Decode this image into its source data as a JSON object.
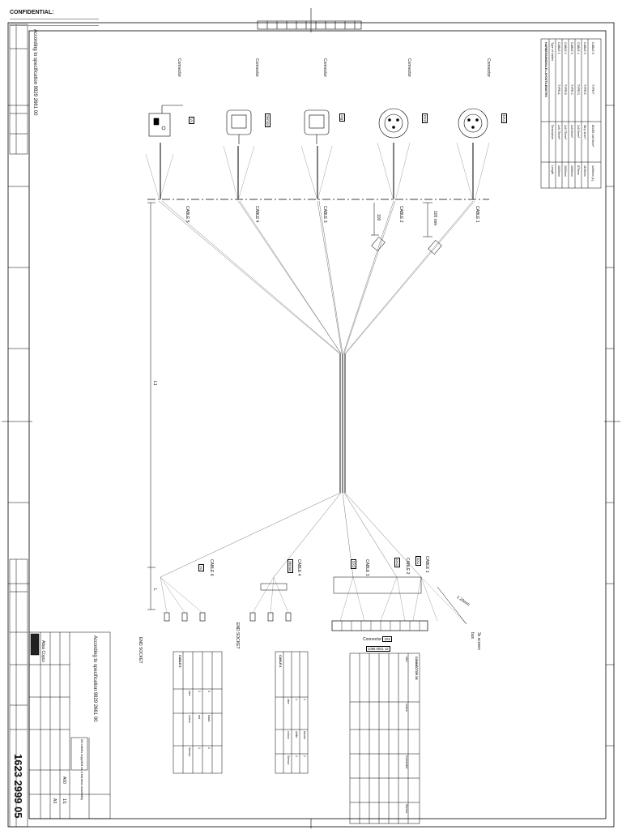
{
  "confidential": {
    "title": "CONFIDENTIAL:"
  },
  "spec_note_top": "According to specification 9829 2661 00",
  "spec_note_bottom": "According to specification 9829 2661 00",
  "parts_table": {
    "title": "HARNESS/MODULE LAYOUT/LENGTHS",
    "header": [
      "Type of cables",
      "Description",
      "Length"
    ],
    "rows": [
      [
        "CABLE 1",
        "TYPE A",
        "2x0.75mm²",
        "1000mm"
      ],
      [
        "CABLE 2",
        "TYPE B",
        "2x0.75mm²",
        "1000mm"
      ],
      [
        "CABLE 3",
        "TYPE C",
        "2x0.5mm²",
        "1050mm"
      ],
      [
        "CABLE 4",
        "TYPE D",
        "2x0.5mm²",
        "870mm"
      ],
      [
        "CABLE 5",
        "TYPE E",
        "Strip 4mm²",
        "1100mm"
      ],
      [
        "CABLE 6",
        "TYPE F",
        "Ø4/D6 4x0.5mm²",
        "1200mm (L)"
      ]
    ]
  },
  "connectors_top": [
    {
      "name": "Connector",
      "label": "Vx",
      "cable": "CABLE 5"
    },
    {
      "name": "Connector",
      "label": "Sensor",
      "cable": "CABLE 4"
    },
    {
      "name": "Connector",
      "label": "Sig",
      "cable": "CABLE 3"
    },
    {
      "name": "Connector",
      "label": "DX2",
      "cable": "CABLE 2"
    },
    {
      "name": "Connector",
      "label": "DX1",
      "cable": "CABLE 1"
    }
  ],
  "cables_bottom": [
    {
      "label": "CABLE 6",
      "box": "Vx"
    },
    {
      "label": "CABLE 4",
      "box": "Sensor"
    },
    {
      "label": "CABLE 3",
      "box": "DX3"
    },
    {
      "label": "CABLE 2",
      "box": "DX2"
    },
    {
      "label": "CABLE 1",
      "box": "DX1"
    }
  ],
  "dimensions": {
    "d1": "100",
    "d2": "100 mm",
    "l1": "L1",
    "l2": "L",
    "bottom_right": "1 20mm"
  },
  "end_sockets": [
    "END SOCKET",
    "END SOCKET"
  ],
  "connector_block": {
    "label": "Connector",
    "ref": "2X5",
    "part": "1088 0001 12"
  },
  "cable_screen": {
    "label": "3x screen",
    "sub": "bus"
  },
  "bottom_tables": {
    "t1": {
      "title": "CABLE 5",
      "header": [
        "wire",
        "colour",
        "Sensor"
      ],
      "rows": [
        [
          "2",
          "red",
          "1"
        ],
        [
          "3",
          "black",
          "2"
        ]
      ]
    },
    "t2": {
      "title": "CABLE 4",
      "header": [
        "wire",
        "colour",
        "Sensor"
      ],
      "rows": [
        [
          "1",
          "white",
          "1"
        ],
        [
          "2",
          "brown",
          "2"
        ]
      ]
    },
    "t3": {
      "title": "CONNECTOR X5",
      "header": [
        "wire",
        "colour",
        "Connector",
        "Sensor"
      ]
    }
  },
  "title_block": {
    "company": "Atlas Copco",
    "doc_number": "1623 2999 05",
    "notes": "All cables supplied as a harness assembly",
    "revision": "A00",
    "sheet": "1/1",
    "scale": "A3"
  }
}
